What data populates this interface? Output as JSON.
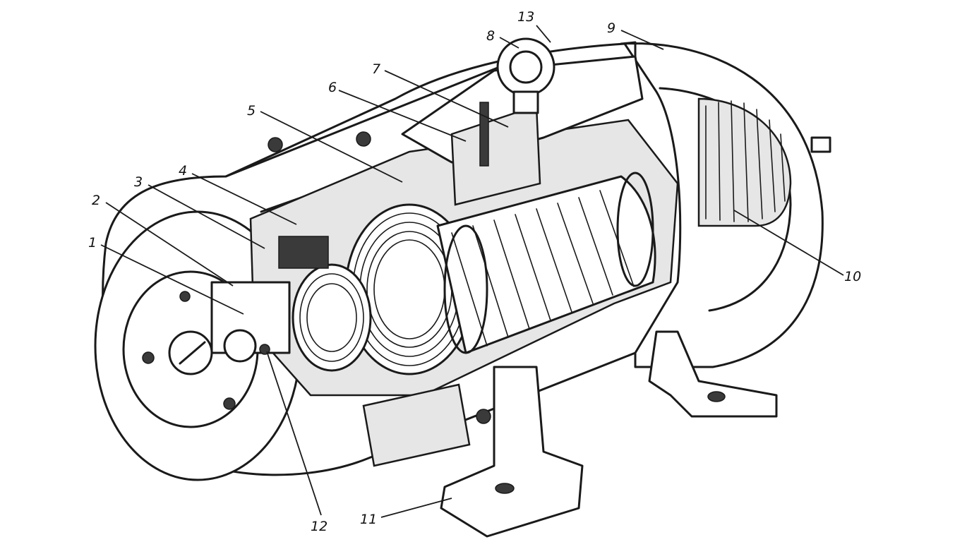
{
  "callouts": [
    {
      "id": "c1",
      "text": "1"
    },
    {
      "id": "c2",
      "text": "2"
    },
    {
      "id": "c3",
      "text": "3"
    },
    {
      "id": "c4",
      "text": "4"
    },
    {
      "id": "c5",
      "text": "5"
    },
    {
      "id": "c6",
      "text": "6"
    },
    {
      "id": "c7",
      "text": "7"
    },
    {
      "id": "c8",
      "text": "8"
    },
    {
      "id": "c9",
      "text": "9"
    },
    {
      "id": "c10",
      "text": "10"
    },
    {
      "id": "c11",
      "text": "11"
    },
    {
      "id": "c12",
      "text": "12"
    },
    {
      "id": "c13",
      "text": "13"
    }
  ],
  "colors": {
    "ink": "#1a1a1a",
    "paper": "#ffffff"
  }
}
